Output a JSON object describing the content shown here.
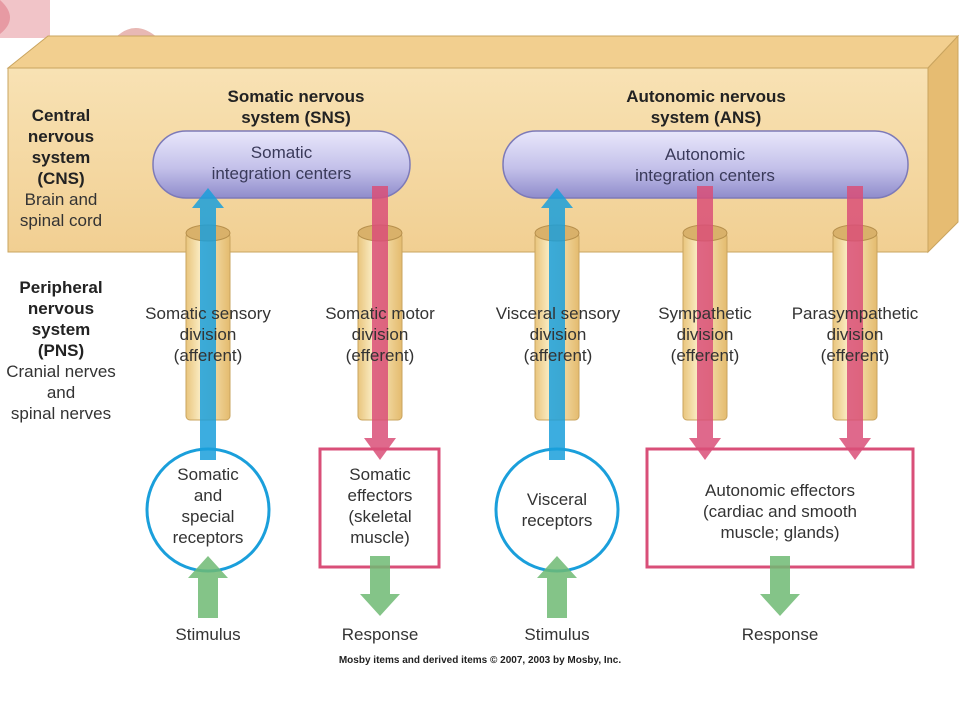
{
  "cns": {
    "title": "Central nervous system (CNS)",
    "title_lines": [
      "Central",
      "nervous",
      "system",
      "(CNS)"
    ],
    "subtitle_lines": [
      "Brain and",
      "spinal cord"
    ]
  },
  "pns": {
    "title_lines": [
      "Peripheral",
      "nervous",
      "system",
      "(PNS)"
    ],
    "subtitle_lines": [
      "Cranial nerves",
      "and",
      "spinal nerves"
    ]
  },
  "sns": {
    "heading_lines": [
      "Somatic nervous",
      "system (SNS)"
    ],
    "center_lines": [
      "Somatic",
      "integration centers"
    ]
  },
  "ans": {
    "heading_lines": [
      "Autonomic nervous",
      "system (ANS)"
    ],
    "center_lines": [
      "Autonomic",
      "integration centers"
    ]
  },
  "divisions": [
    {
      "lines": [
        "Somatic sensory",
        "division",
        "(afferent)"
      ]
    },
    {
      "lines": [
        "Somatic motor",
        "division",
        "(efferent)"
      ]
    },
    {
      "lines": [
        "Visceral sensory",
        "division",
        "(afferent)"
      ]
    },
    {
      "lines": [
        "Sympathetic",
        "division",
        "(efferent)"
      ]
    },
    {
      "lines": [
        "Parasympathetic",
        "division",
        "(efferent)"
      ]
    }
  ],
  "targets": {
    "somatic_receptors_lines": [
      "Somatic",
      "and",
      "special",
      "receptors"
    ],
    "somatic_effectors_lines": [
      "Somatic",
      "effectors",
      "(skeletal",
      "muscle)"
    ],
    "visceral_receptors_lines": [
      "Visceral",
      "receptors"
    ],
    "autonomic_effectors_lines": [
      "Autonomic effectors",
      "(cardiac and smooth",
      "muscle; glands)"
    ]
  },
  "bottom_labels": [
    "Stimulus",
    "Response",
    "Stimulus",
    "Response"
  ],
  "copyright": "Mosby items and derived items © 2007, 2003 by Mosby, Inc.",
  "colors": {
    "slab_front": "#f7ddab",
    "slab_top": "#f3d094",
    "slab_side": "#e8c07c",
    "pill": "#c8c6ea",
    "afferent": "#1a9fdb",
    "efferent": "#d94f78",
    "stimulus": "#6fba73",
    "nerve_tube": "#f4dc9c"
  }
}
